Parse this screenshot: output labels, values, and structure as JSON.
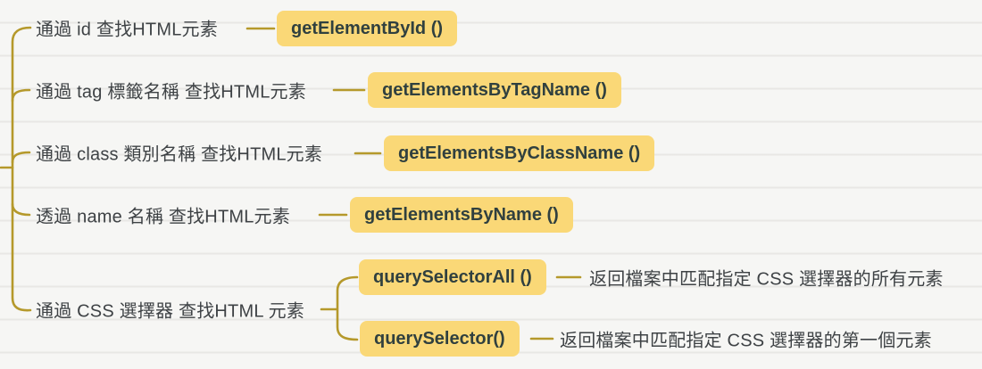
{
  "palette": {
    "line": "#b5992b",
    "node_bg": "#fad877",
    "node_text": "#30403f",
    "label_text": "#3e4245",
    "background": "#f6f6f4"
  },
  "branches": [
    {
      "label": "通過 id 查找HTML元素",
      "method": "getElementById ()"
    },
    {
      "label": "通過 tag 標籤名稱 查找HTML元素",
      "method": "getElementsByTagName ()"
    },
    {
      "label": "通過 class 類別名稱 查找HTML元素",
      "method": "getElementsByClassName ()"
    },
    {
      "label": "透過 name 名稱 查找HTML元素",
      "method": "getElementsByName ()"
    },
    {
      "label": "通過 CSS 選擇器 查找HTML 元素",
      "children": [
        {
          "method": "querySelectorAll ()",
          "description": "返回檔案中匹配指定 CSS 選擇器的所有元素"
        },
        {
          "method": "querySelector()",
          "description": "返回檔案中匹配指定 CSS 選擇器的第一個元素"
        }
      ]
    }
  ]
}
